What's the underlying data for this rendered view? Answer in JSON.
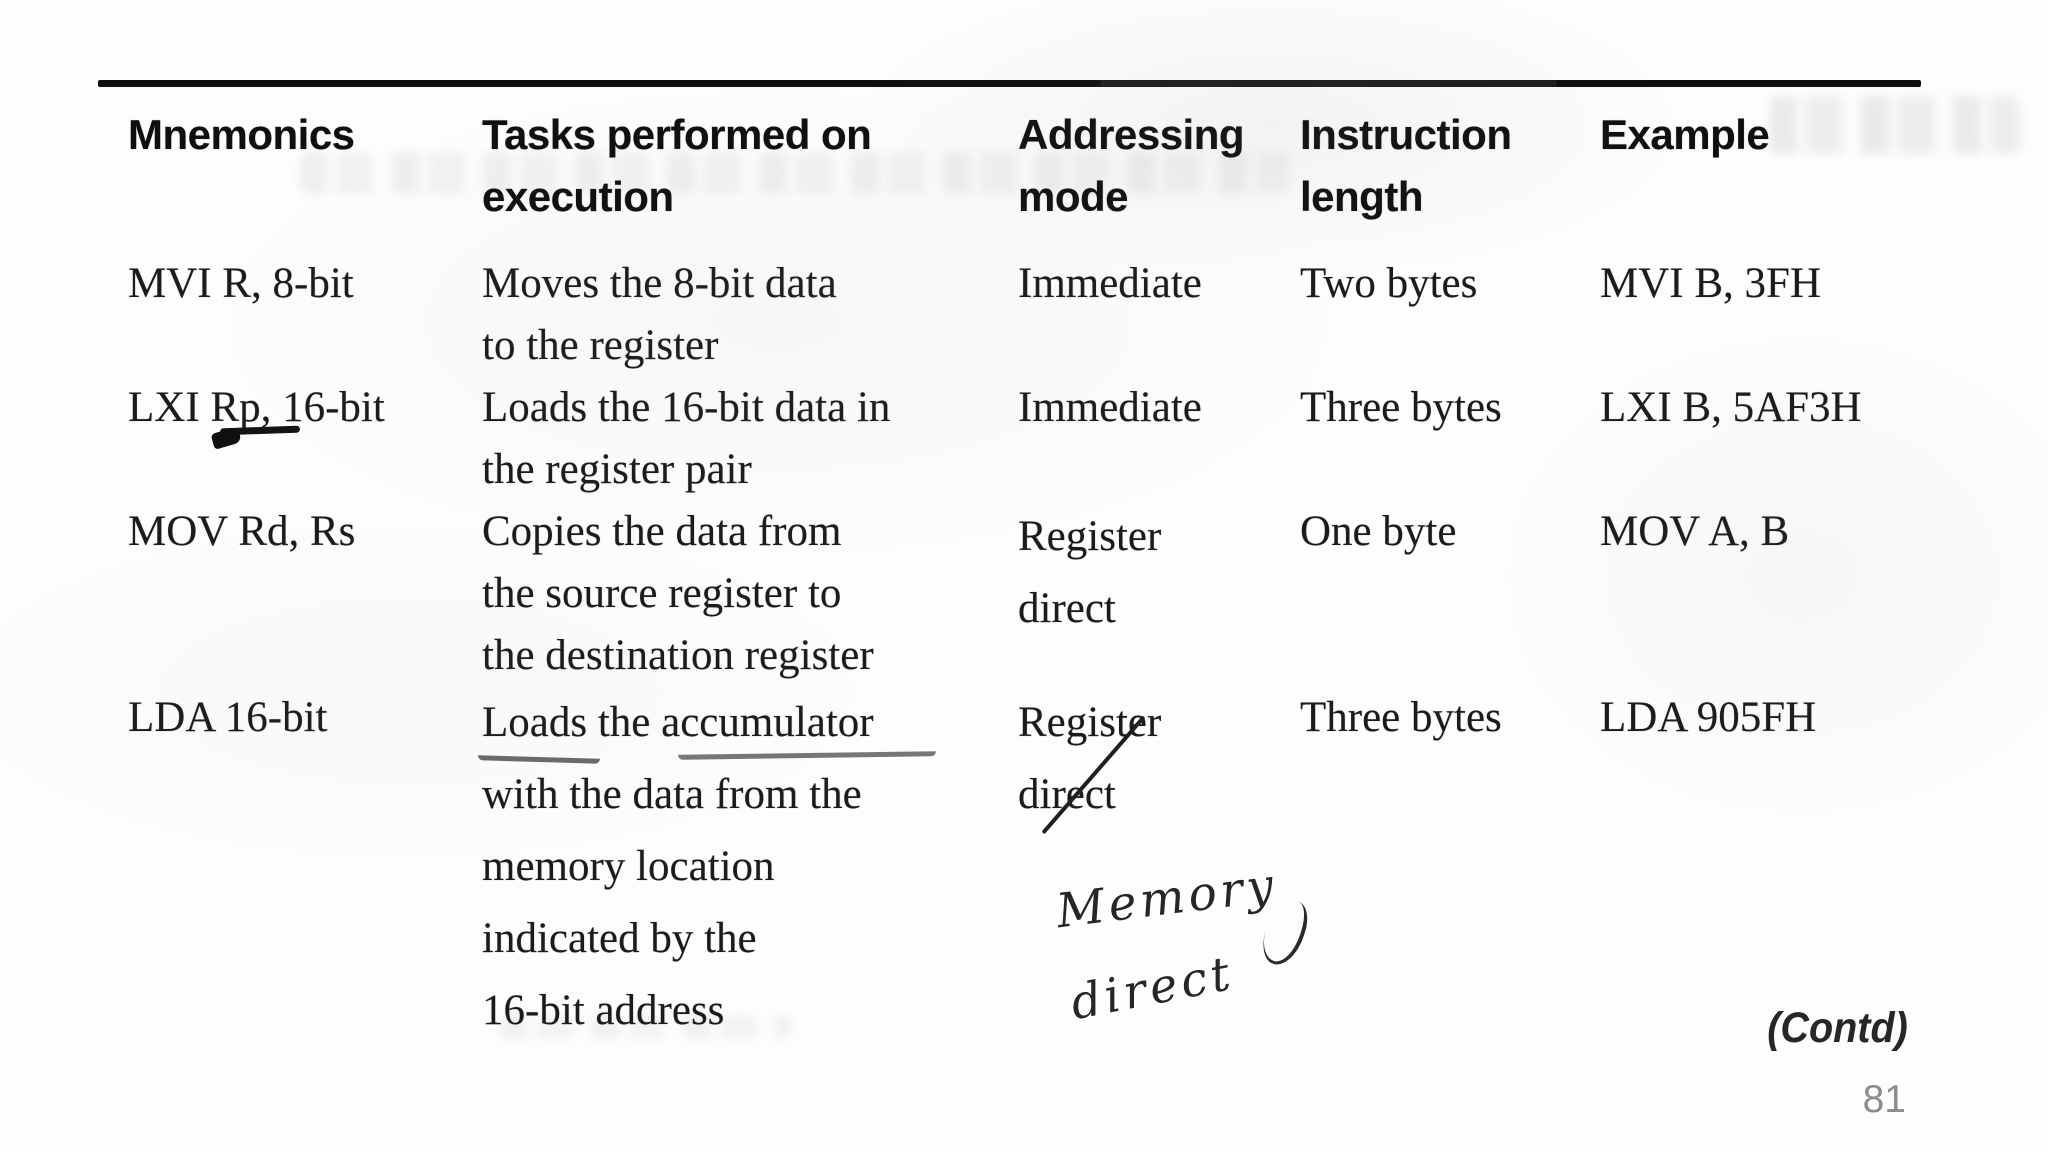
{
  "table": {
    "headers": [
      "Mnemonics",
      "Tasks performed on\nexecution",
      "Addressing\nmode",
      "Instruction\nlength",
      "Example"
    ],
    "rows": [
      {
        "mnemonic": "MVI R, 8-bit",
        "task": "Moves the 8-bit data\nto the register",
        "mode": "Immediate",
        "length": "Two bytes",
        "example": "MVI B, 3FH"
      },
      {
        "mnemonic": "LXI Rp, 16-bit",
        "task": "Loads the 16-bit data in\nthe register pair",
        "mode": "Immediate",
        "length": "Three bytes",
        "example": "LXI B, 5AF3H"
      },
      {
        "mnemonic": "MOV Rd, Rs",
        "task": "Copies the data from\nthe source register to\nthe destination register",
        "mode": "Register\ndirect",
        "length": "One byte",
        "example": "MOV A, B"
      },
      {
        "mnemonic": "LDA 16-bit",
        "task": "Loads the accumulator\nwith the data from the\nmemory location\nindicated by the\n16-bit address",
        "mode": "Register\ndirect",
        "length": "Three bytes",
        "example": "LDA 905FH"
      }
    ]
  },
  "annotations": {
    "handwritten_correction_line1": "Memory",
    "handwritten_correction_line2": "direct"
  },
  "footer": {
    "contd": "(Contd)",
    "page_number": "81"
  }
}
